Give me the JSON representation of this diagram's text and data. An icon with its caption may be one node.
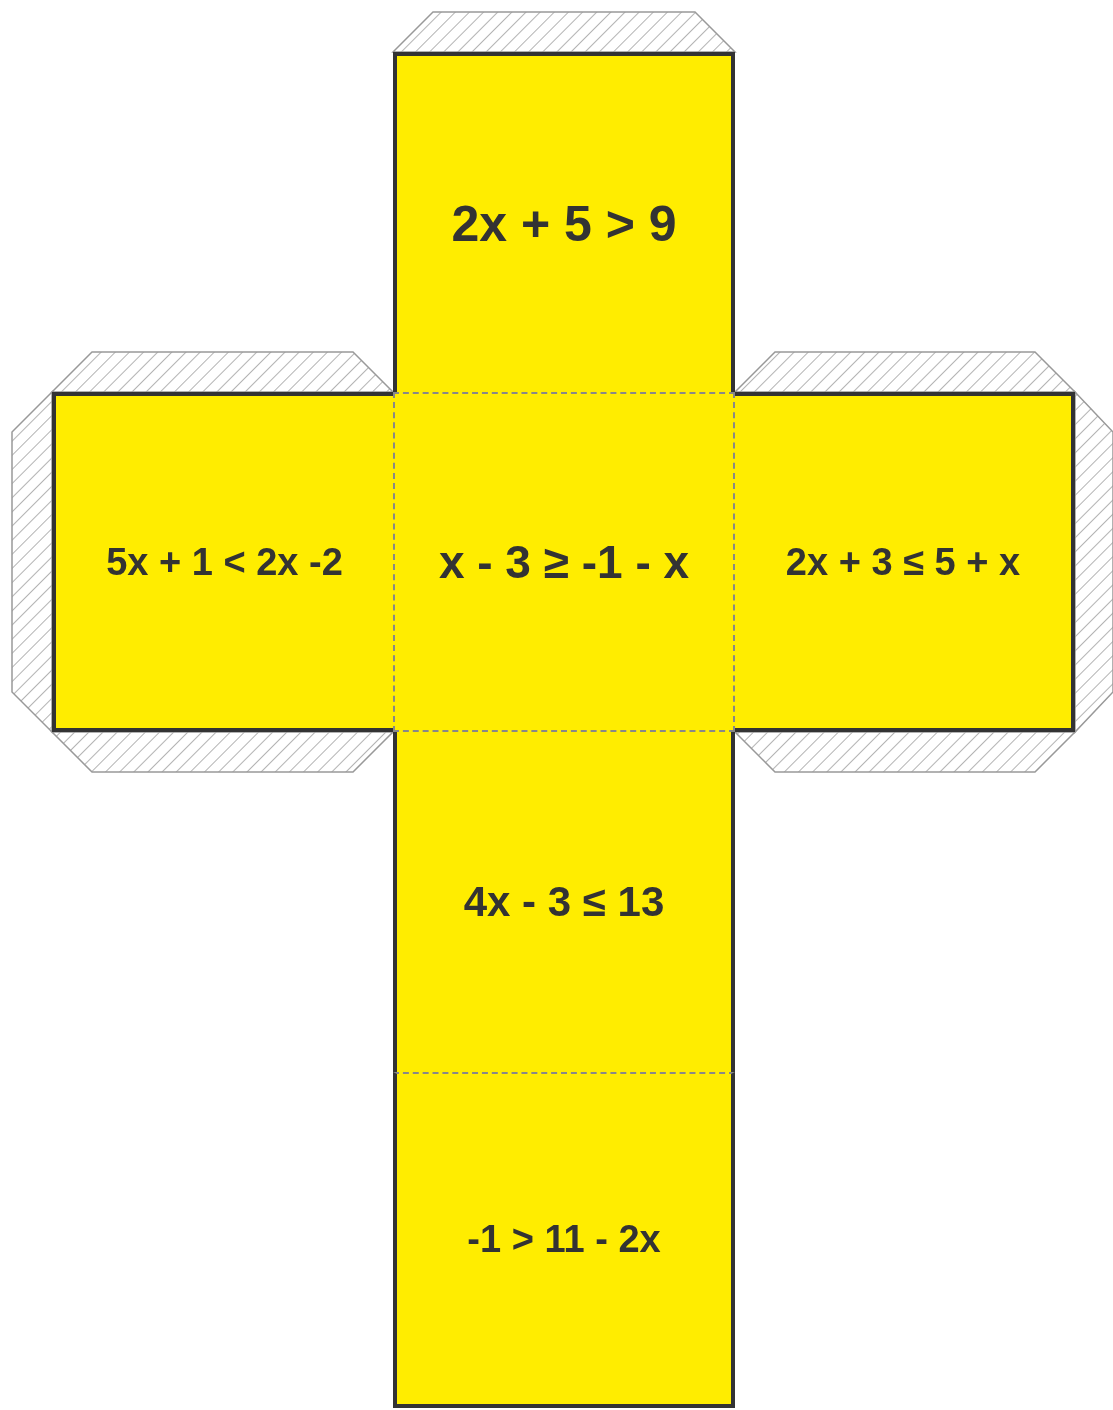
{
  "diagram": {
    "nodes": [
      {
        "text": [
          "2x + 5 > 9"
        ]
      },
      {
        "text": [
          "5x + 1 < 2x -2"
        ]
      },
      {
        "text": [
          "x - 3 ≥ -1 - x"
        ]
      },
      {
        "text": [
          "2x + 3 ≤ 5 + x"
        ]
      },
      {
        "text": [
          "4x - 3 ≤ 13"
        ]
      },
      {
        "text": [
          "-1 > 11 - 2x"
        ]
      }
    ]
  }
}
